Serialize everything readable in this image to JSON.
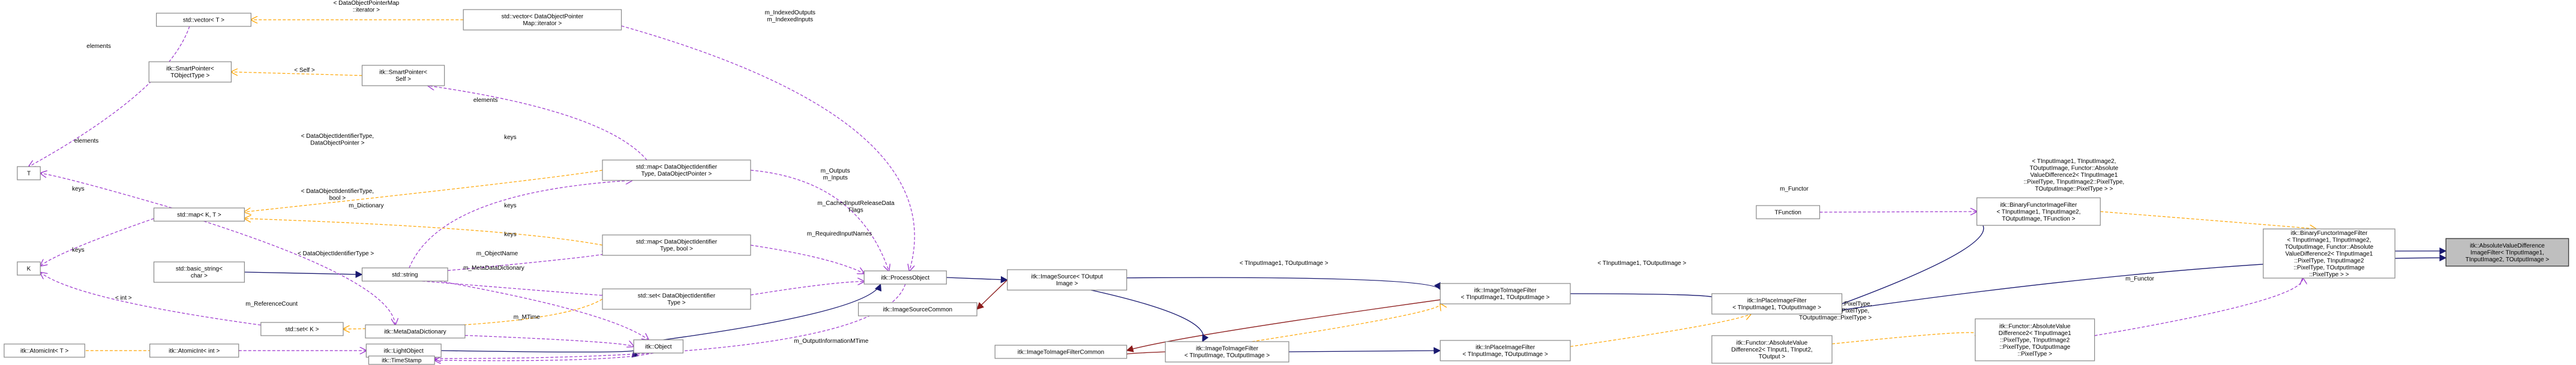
{
  "nodes": {
    "vector_T": [
      "std::vector< T >"
    ],
    "vector_dop_iter": [
      "std::vector< DataObjectPointer",
      "Map::iterator >"
    ],
    "smartptr_T": [
      "itk::SmartPointer<",
      "TObjectType >"
    ],
    "smartptr_self": [
      "itk::SmartPointer<",
      "Self >"
    ],
    "T": [
      "T"
    ],
    "map_KT": [
      "std::map< K, T >"
    ],
    "map_doid_dop": [
      "std::map< DataObjectIdentifier",
      "Type, DataObjectPointer >"
    ],
    "K": [
      "K"
    ],
    "basic_string": [
      "std::basic_string<",
      "char >"
    ],
    "string": [
      "std::string"
    ],
    "map_doid_bool": [
      "std::map< DataObjectIdentifier",
      "Type, bool >"
    ],
    "set_K": [
      "std::set< K >"
    ],
    "set_doid": [
      "std::set< DataObjectIdentifier",
      "Type >"
    ],
    "process_object": [
      "itk::ProcessObject"
    ],
    "image_source": [
      "itk::ImageSource< TOutput",
      "Image >"
    ],
    "image_source_common": [
      "itk::ImageSourceCommon"
    ],
    "i2i_common": [
      "itk::ImageToImageFilterCommon"
    ],
    "i2i_t1t1": [
      "itk::ImageToImageFilter",
      "< TInputImage1, TOutputImage >"
    ],
    "i2i_tt": [
      "itk::ImageToImageFilter",
      "< TInputImage, TOutputImage >"
    ],
    "inplace_tt": [
      "itk::InPlaceImageFilter",
      "< TInputImage, TOutputImage >"
    ],
    "inplace_t1t": [
      "itk::InPlaceImageFilter",
      "< TInputImage1, TOutputImage >"
    ],
    "meta_dict": [
      "itk::MetaDataDictionary"
    ],
    "object": [
      "itk::Object"
    ],
    "atomic_T": [
      "itk::AtomicInt< T >"
    ],
    "atomic_int": [
      "itk::AtomicInt< int >"
    ],
    "light_object": [
      "itk::LightObject"
    ],
    "timestamp": [
      "itk::TimeStamp"
    ],
    "tfunction": [
      "TFunction"
    ],
    "binfunctor_generic": [
      "itk::BinaryFunctorImageFilter",
      "< TInputImage1, TInputImage2,",
      "TOutputImage, TFunction >"
    ],
    "absdiff_generic": [
      "itk::Functor::AbsoluteValue",
      "Difference2< TInput1, TInput2,",
      "TOutput >"
    ],
    "absdiff_pixel": [
      "itk::Functor::AbsoluteValue",
      "Difference2< TInputImage1",
      "::PixelType, TInputImage2",
      "::PixelType, TOutputImage",
      "::PixelType >"
    ],
    "binfunctor_abs": [
      "itk::BinaryFunctorImageFilter",
      "< TInputImage1, TInputImage2,",
      "TOutputImage, Functor::Absolute",
      "ValueDifference2< TInputImage1",
      "::PixelType, TInputImage2",
      "::PixelType, TOutputImage",
      "::PixelType > >"
    ],
    "abs_filter": [
      "itk::AbsoluteValueDifference",
      "ImageFilter< TInputImage1,",
      "TInputImage2, TOutputImage >"
    ]
  },
  "edge_labels": {
    "dop_map_iter": [
      "< DataObjectPointerMap",
      "::iterator >"
    ],
    "elements_top": [
      "elements"
    ],
    "self_tpl": [
      "< Self >"
    ],
    "indexed": [
      "m_IndexedOutputs",
      "m_IndexedInputs"
    ],
    "elements_sp": [
      "elements"
    ],
    "elements_map": [
      "elements"
    ],
    "doid_dop": [
      "< DataObjectIdentifierType,",
      "DataObjectPointer >"
    ],
    "keys_1": [
      "keys"
    ],
    "outputs_inputs": [
      "m_Outputs",
      "m_Inputs"
    ],
    "keys_K": [
      "keys"
    ],
    "doid_bool": [
      "< DataObjectIdentifierType,",
      "bool >"
    ],
    "m_dictionary": [
      "m_Dictionary"
    ],
    "keys_2": [
      "keys"
    ],
    "cached_flags": [
      "m_CachedInputReleaseData",
      "Flags"
    ],
    "keys_3": [
      "keys"
    ],
    "required_names": [
      "m_RequiredInputNames"
    ],
    "keys_set": [
      "keys"
    ],
    "doid_type": [
      "< DataObjectIdentifierType >"
    ],
    "object_name": [
      "m_ObjectName"
    ],
    "meta_dict_lbl": [
      "m_MetaDataDictionary"
    ],
    "int_tpl": [
      "< int >"
    ],
    "ref_count": [
      "m_ReferenceCount"
    ],
    "mtime": [
      "m_MTime"
    ],
    "output_mtime": [
      "m_OutputInformationMTime"
    ],
    "t1_to": [
      "< TInputImage1, TOutputImage >"
    ],
    "t1_to_2": [
      "< TInputImage1, TOutputImage >"
    ],
    "m_functor_1": [
      "m_Functor"
    ],
    "pixeltype_tpl": [
      "< TInputImage1::PixelType,",
      "TInputImage2::PixelType,",
      "TOutputImage::PixelType >"
    ],
    "m_functor_2": [
      "m_Functor"
    ],
    "bin_tpl": [
      "< TInputImage1, TInputImage2,",
      "TOutputImage, Functor::Absolute",
      "ValueDifference2< TInputImage1",
      "::PixelType, TInputImage2::PixelType,",
      "TOutputImage::PixelType > >"
    ]
  }
}
